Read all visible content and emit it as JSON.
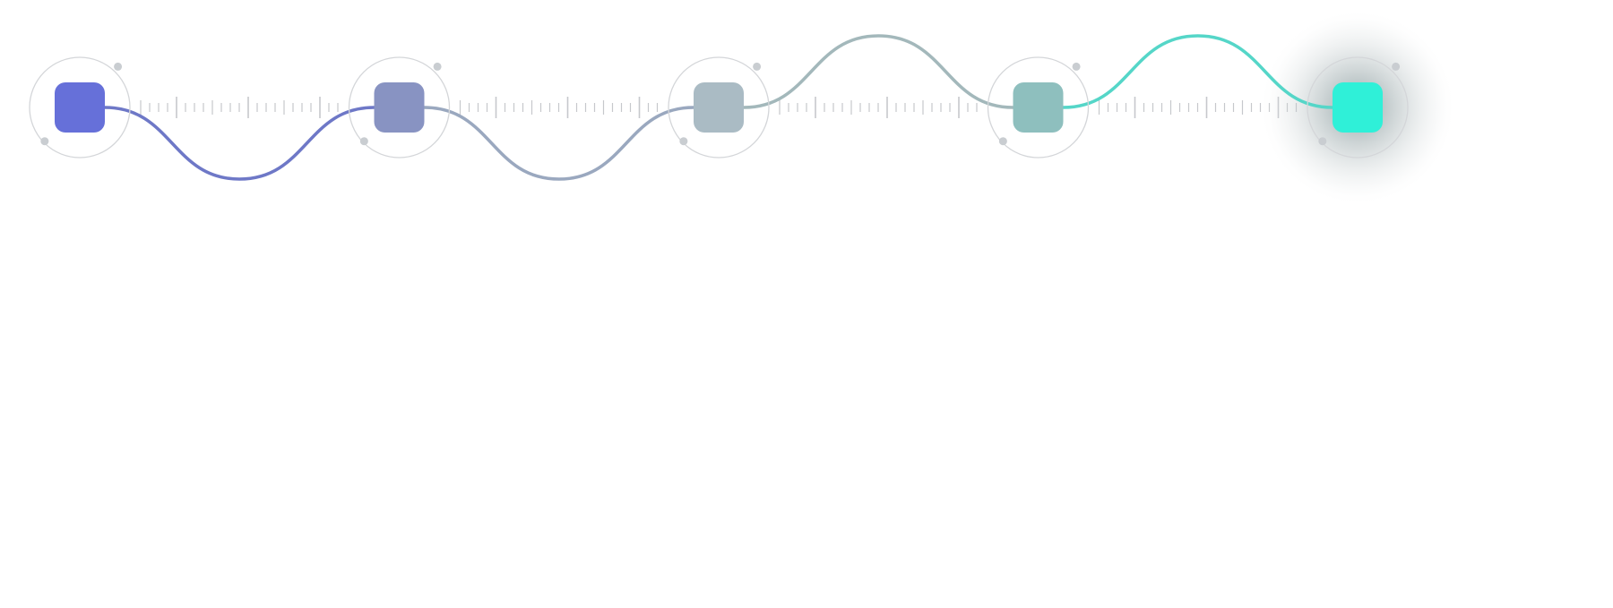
{
  "diagram": {
    "nodes": [
      {
        "id": "step-1",
        "color": "#6670d9",
        "active": false
      },
      {
        "id": "step-2",
        "color": "#8893c2",
        "active": false
      },
      {
        "id": "step-3",
        "color": "#aabbc4",
        "active": false
      },
      {
        "id": "step-4",
        "color": "#8ebfbe",
        "active": false
      },
      {
        "id": "step-5",
        "color": "#2ff0d8",
        "active": true
      }
    ],
    "connectors": [
      {
        "from": "step-1",
        "to": "step-2",
        "direction": "down",
        "color": "#6e78c7"
      },
      {
        "from": "step-2",
        "to": "step-3",
        "direction": "down",
        "color": "#9aa8bf"
      },
      {
        "from": "step-3",
        "to": "step-4",
        "direction": "up",
        "color": "#a3b8bb"
      },
      {
        "from": "step-4",
        "to": "step-5",
        "direction": "up",
        "color": "#55d6c8"
      }
    ],
    "ring_color": "#d4d6d9",
    "tick_color": "#c6c8cc",
    "glow_color": "#9fb0b3"
  }
}
